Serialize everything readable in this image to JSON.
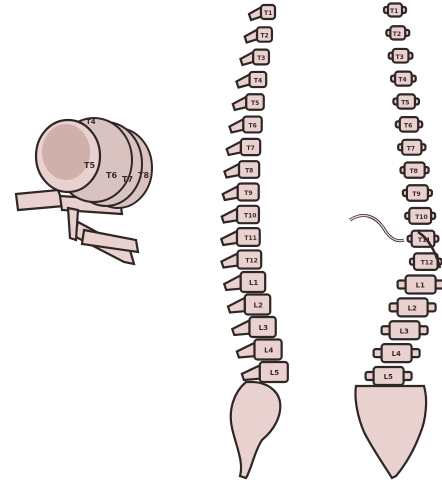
{
  "colors": {
    "bone_fill": "#e9d1cf",
    "outline": "#2f2626",
    "disc_fill": "#d8c3c0",
    "cancellous": "#b9968c",
    "background": "#ffffff"
  },
  "detail_view": {
    "labels": [
      "T4",
      "T5",
      "T6",
      "T7",
      "T8"
    ]
  },
  "lateral_spine": {
    "thoracic_labels": [
      "T1",
      "T2",
      "T3",
      "T4",
      "T5",
      "T6",
      "T7",
      "T8",
      "T9",
      "T10",
      "T11",
      "T12"
    ],
    "lumbar_labels": [
      "L1",
      "L2",
      "L3",
      "L4",
      "L5"
    ]
  },
  "posterior_spine": {
    "thoracic_labels": [
      "T1",
      "T2",
      "T3",
      "T4",
      "T5",
      "T6",
      "T7",
      "T8",
      "T9",
      "T10",
      "T11",
      "T12"
    ],
    "lumbar_labels": [
      "L1",
      "L2",
      "L3",
      "L4",
      "L5"
    ]
  }
}
